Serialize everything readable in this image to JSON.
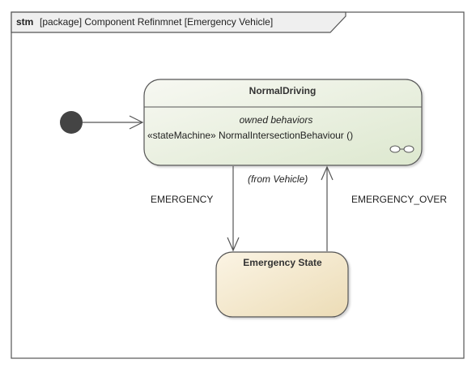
{
  "frame": {
    "keyword": "stm",
    "title": "[package] Component Refinmnet [Emergency Vehicle]"
  },
  "states": {
    "normal_driving": {
      "name": "NormalDriving",
      "compartment_heading": "owned behaviors",
      "behavior": "«stateMachine» NormalIntersectionBehaviour ()"
    },
    "emergency_state": {
      "name": "Emergency State"
    }
  },
  "transitions": {
    "emergency": {
      "label": "EMERGENCY",
      "guard": "(from Vehicle)"
    },
    "emergency_over": {
      "label": "EMERGENCY_OVER"
    }
  },
  "colors": {
    "frame_border": "#555555",
    "tab_fill": "#efefef",
    "normal_driving_fill_start": "#f7f8f2",
    "normal_driving_fill_end": "#dde8cf",
    "emergency_fill_start": "#fbf4e4",
    "emergency_fill_end": "#ecdcb6",
    "state_border": "#555555",
    "initial_node": "#444444",
    "edge": "#555555"
  }
}
